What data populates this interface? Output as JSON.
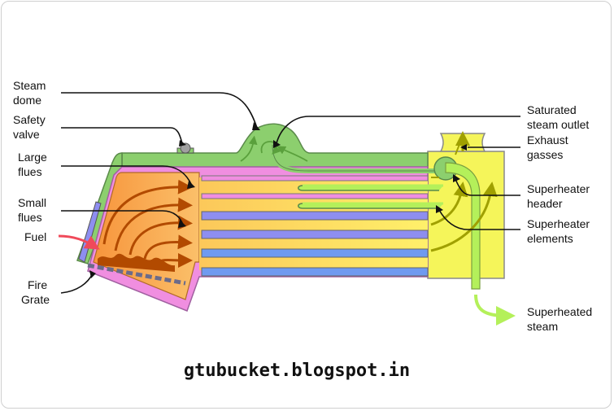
{
  "labels": {
    "steam_dome": [
      "Steam",
      "dome"
    ],
    "safety_valve": [
      "Safety",
      "valve"
    ],
    "large_flues": [
      "Large",
      "flues"
    ],
    "small_flues": [
      "Small",
      "flues"
    ],
    "fuel": [
      "Fuel"
    ],
    "fire_grate": [
      "Fire",
      "Grate"
    ],
    "saturated_steam_outlet": [
      "Saturated",
      "steam outlet"
    ],
    "exhaust_gasses": [
      "Exhaust",
      "gasses"
    ],
    "superheater_header": [
      "Superheater",
      "header"
    ],
    "superheater_elements": [
      "Superheater",
      "elements"
    ],
    "superheated_steam": [
      "Superheated",
      "steam"
    ]
  },
  "footer": "gtubucket.blogspot.in",
  "colors": {
    "steam_space": "#8ccf6e",
    "water": "#f08ee0",
    "firebox": "#f6a04a",
    "flue_gas": "#ffd35a",
    "smokebox": "#f5f55a",
    "tube": "#8e8ef0",
    "small_tube": "#6f9af0",
    "flame_arrow": "#b24a00",
    "superheated_arrow": "#b4f05a",
    "fuel_arrow": "#f04a5a"
  }
}
